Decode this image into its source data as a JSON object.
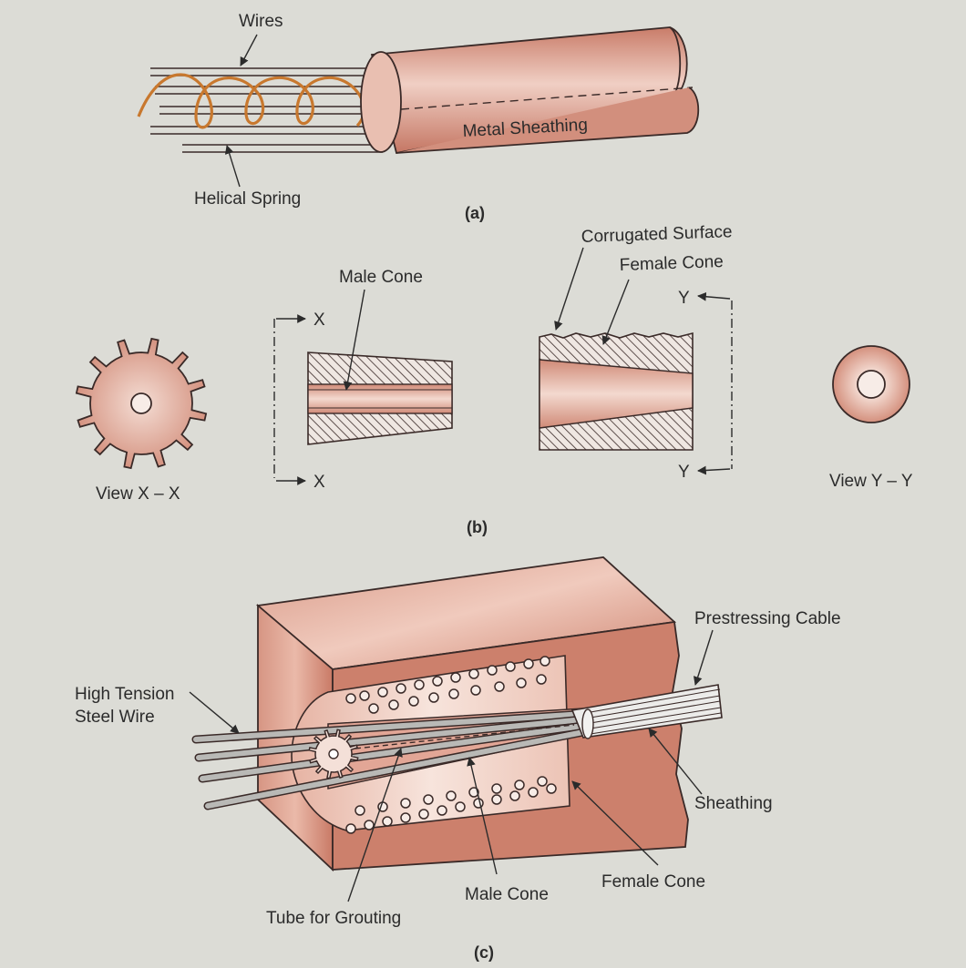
{
  "figure_a": {
    "caption": "(a)",
    "labels": {
      "wires": "Wires",
      "metal_sheathing": "Metal Sheathing",
      "helical_spring": "Helical Spring"
    }
  },
  "figure_b": {
    "caption": "(b)",
    "labels": {
      "male_cone": "Male Cone",
      "corrugated_surface": "Corrugated Surface",
      "female_cone": "Female Cone",
      "view_x": "View X – X",
      "view_y": "View Y – Y",
      "section_mark_x": "X",
      "section_mark_y": "Y"
    }
  },
  "figure_c": {
    "caption": "(c)",
    "labels": {
      "prestressing_cable": "Prestressing Cable",
      "high_tension_line1": "High Tension",
      "high_tension_line2": "Steel Wire",
      "sheathing": "Sheathing",
      "female_cone": "Female Cone",
      "male_cone": "Male Cone",
      "tube_for_grouting": "Tube for Grouting"
    }
  },
  "colors": {
    "background": "#dcdcd6",
    "concrete": "#cf8b78",
    "concrete_light": "#ecc6b8",
    "concrete_dark": "#b96c5a",
    "spring": "#c8782e",
    "outline": "#3a2a28"
  }
}
